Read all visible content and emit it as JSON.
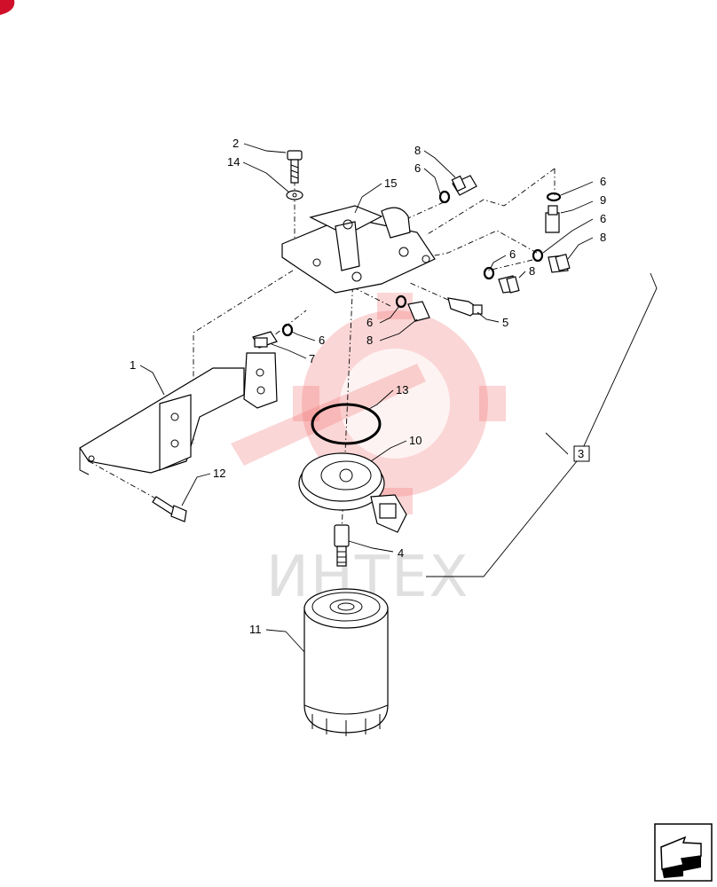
{
  "callouts": {
    "c1": "1",
    "c2": "2",
    "c3": "3",
    "c4": "4",
    "c5": "5",
    "c6a": "6",
    "c6b": "6",
    "c6c": "6",
    "c6d": "6",
    "c6e": "6",
    "c6f": "6",
    "c7": "7",
    "c8a": "8",
    "c8b": "8",
    "c8c": "8",
    "c8d": "8",
    "c9": "9",
    "c10": "10",
    "c11": "11",
    "c12": "12",
    "c13": "13",
    "c14": "14",
    "c15": "15"
  },
  "watermark": {
    "text": "ИНТЕХ",
    "color": "#f26b6b"
  },
  "icons": {
    "corner_badge": "brand-badge-icon",
    "nav": "next-page-arrow-icon"
  }
}
